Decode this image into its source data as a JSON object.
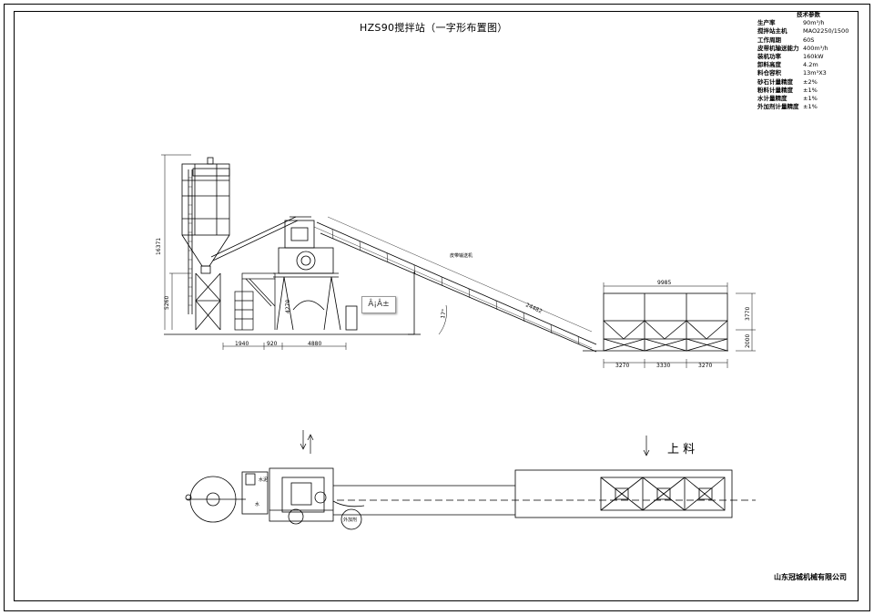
{
  "title": "HZS90搅拌站（一字形布置图）",
  "params": {
    "heading": "技术参数",
    "rows": [
      {
        "k": "生产率",
        "v": "90m³/h"
      },
      {
        "k": "搅拌站主机",
        "v": "MAO2250/1500"
      },
      {
        "k": "工作周期",
        "v": "60S"
      },
      {
        "k": "皮带机输送能力",
        "v": "400m³/h"
      },
      {
        "k": "装机功率",
        "v": "160kW"
      },
      {
        "k": "卸料高度",
        "v": "4.2m"
      },
      {
        "k": "料仓容积",
        "v": "13m³X3"
      },
      {
        "k": "砂石计量精度",
        "v": "±2%"
      },
      {
        "k": "粉料计量精度",
        "v": "±1%"
      },
      {
        "k": "水计量精度",
        "v": "±1%"
      },
      {
        "k": "外加剂计量精度",
        "v": "±1%"
      }
    ]
  },
  "dims": {
    "silo_height": "16371",
    "silo_lower": "5260",
    "mixer_height": "4270",
    "belt_length": "24482",
    "belt_angle": "17°",
    "batcher_width": "9985",
    "batcher_upper": "3770",
    "batcher_lower": "2000",
    "bin_1": "3270",
    "bin_2": "3330",
    "bin_3": "3270",
    "base_1": "1940",
    "base_2": "920",
    "base_3": "4880"
  },
  "labels": {
    "belt_label": "皮带输送机",
    "loading": "上  料",
    "additive": "外加剂",
    "water": "水",
    "cement": "水泥"
  },
  "popup": "Â¡Â±",
  "company": "山东冠城机械有限公司"
}
